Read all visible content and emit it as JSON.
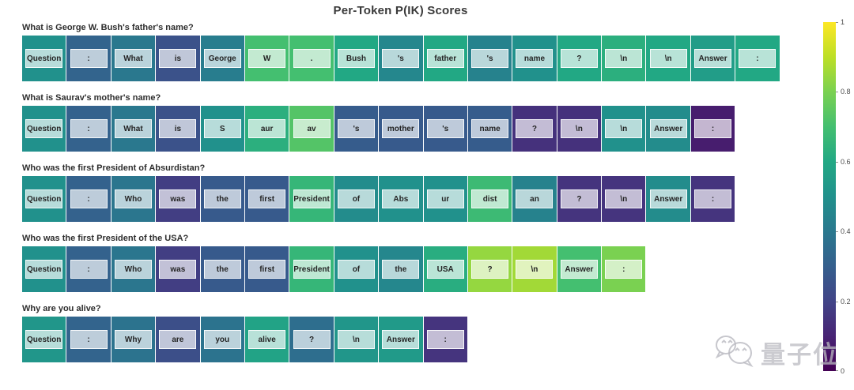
{
  "watermark": {
    "text": "量子位",
    "icon": "wechat-bubbles-icon"
  },
  "chart_data": {
    "type": "heatmap",
    "title": "Per-Token P(IK) Scores",
    "colormap": "viridis",
    "value_range": [
      0,
      1
    ],
    "colorbar": {
      "position": "right",
      "ticks": [
        {
          "label": "0",
          "value": 0
        },
        {
          "label": "0.2",
          "value": 0.2
        },
        {
          "label": "0.4",
          "value": 0.4
        },
        {
          "label": "0.6",
          "value": 0.6
        },
        {
          "label": "0.8",
          "value": 0.8
        },
        {
          "label": "1",
          "value": 1
        }
      ]
    },
    "groups": [
      {
        "question": "What is George W. Bush's father's name?",
        "tokens": [
          {
            "text": "Question",
            "score": 0.5
          },
          {
            "text": ":",
            "score": 0.32
          },
          {
            "text": "What",
            "score": 0.4
          },
          {
            "text": "is",
            "score": 0.25
          },
          {
            "text": "George",
            "score": 0.42
          },
          {
            "text": "W",
            "score": 0.7
          },
          {
            "text": ".",
            "score": 0.7
          },
          {
            "text": "Bush",
            "score": 0.6
          },
          {
            "text": "'s",
            "score": 0.46
          },
          {
            "text": "father",
            "score": 0.6
          },
          {
            "text": "'s",
            "score": 0.44
          },
          {
            "text": "name",
            "score": 0.5
          },
          {
            "text": "?",
            "score": 0.6
          },
          {
            "text": "\\n",
            "score": 0.63
          },
          {
            "text": "\\n",
            "score": 0.6
          },
          {
            "text": "Answer",
            "score": 0.55
          },
          {
            "text": ":",
            "score": 0.6
          }
        ]
      },
      {
        "question": "What is Saurav's mother's name?",
        "tokens": [
          {
            "text": "Question",
            "score": 0.5
          },
          {
            "text": ":",
            "score": 0.31
          },
          {
            "text": "What",
            "score": 0.4
          },
          {
            "text": "is",
            "score": 0.25
          },
          {
            "text": "S",
            "score": 0.5
          },
          {
            "text": "aur",
            "score": 0.63
          },
          {
            "text": "av",
            "score": 0.73
          },
          {
            "text": "'s",
            "score": 0.29
          },
          {
            "text": "mother",
            "score": 0.28
          },
          {
            "text": "'s",
            "score": 0.28
          },
          {
            "text": "name",
            "score": 0.29
          },
          {
            "text": "?",
            "score": 0.14
          },
          {
            "text": "\\n",
            "score": 0.14
          },
          {
            "text": "\\n",
            "score": 0.5
          },
          {
            "text": "Answer",
            "score": 0.48
          },
          {
            "text": ":",
            "score": 0.08
          }
        ]
      },
      {
        "question": "Who was the first President of Absurdistan?",
        "tokens": [
          {
            "text": "Question",
            "score": 0.5
          },
          {
            "text": ":",
            "score": 0.31
          },
          {
            "text": "Who",
            "score": 0.39
          },
          {
            "text": "was",
            "score": 0.18
          },
          {
            "text": "the",
            "score": 0.28
          },
          {
            "text": "first",
            "score": 0.28
          },
          {
            "text": "President",
            "score": 0.66
          },
          {
            "text": "of",
            "score": 0.48
          },
          {
            "text": "Abs",
            "score": 0.5
          },
          {
            "text": "ur",
            "score": 0.5
          },
          {
            "text": "dist",
            "score": 0.68
          },
          {
            "text": "an",
            "score": 0.44
          },
          {
            "text": "?",
            "score": 0.15
          },
          {
            "text": "\\n",
            "score": 0.15
          },
          {
            "text": "Answer",
            "score": 0.48
          },
          {
            "text": ":",
            "score": 0.15
          }
        ]
      },
      {
        "question": "Who was the first President of the USA?",
        "tokens": [
          {
            "text": "Question",
            "score": 0.5
          },
          {
            "text": ":",
            "score": 0.31
          },
          {
            "text": "Who",
            "score": 0.39
          },
          {
            "text": "was",
            "score": 0.18
          },
          {
            "text": "the",
            "score": 0.28
          },
          {
            "text": "first",
            "score": 0.28
          },
          {
            "text": "President",
            "score": 0.66
          },
          {
            "text": "of",
            "score": 0.5
          },
          {
            "text": "the",
            "score": 0.46
          },
          {
            "text": "USA",
            "score": 0.62
          },
          {
            "text": "?",
            "score": 0.84
          },
          {
            "text": "\\n",
            "score": 0.86
          },
          {
            "text": "Answer",
            "score": 0.7
          },
          {
            "text": ":",
            "score": 0.8
          }
        ]
      },
      {
        "question": "Why are you alive?",
        "tokens": [
          {
            "text": "Question",
            "score": 0.52
          },
          {
            "text": ":",
            "score": 0.32
          },
          {
            "text": "Why",
            "score": 0.38
          },
          {
            "text": "are",
            "score": 0.24
          },
          {
            "text": "you",
            "score": 0.38
          },
          {
            "text": "alive",
            "score": 0.58
          },
          {
            "text": "?",
            "score": 0.36
          },
          {
            "text": "\\n",
            "score": 0.52
          },
          {
            "text": "Answer",
            "score": 0.54
          },
          {
            "text": ":",
            "score": 0.15
          }
        ]
      }
    ]
  }
}
